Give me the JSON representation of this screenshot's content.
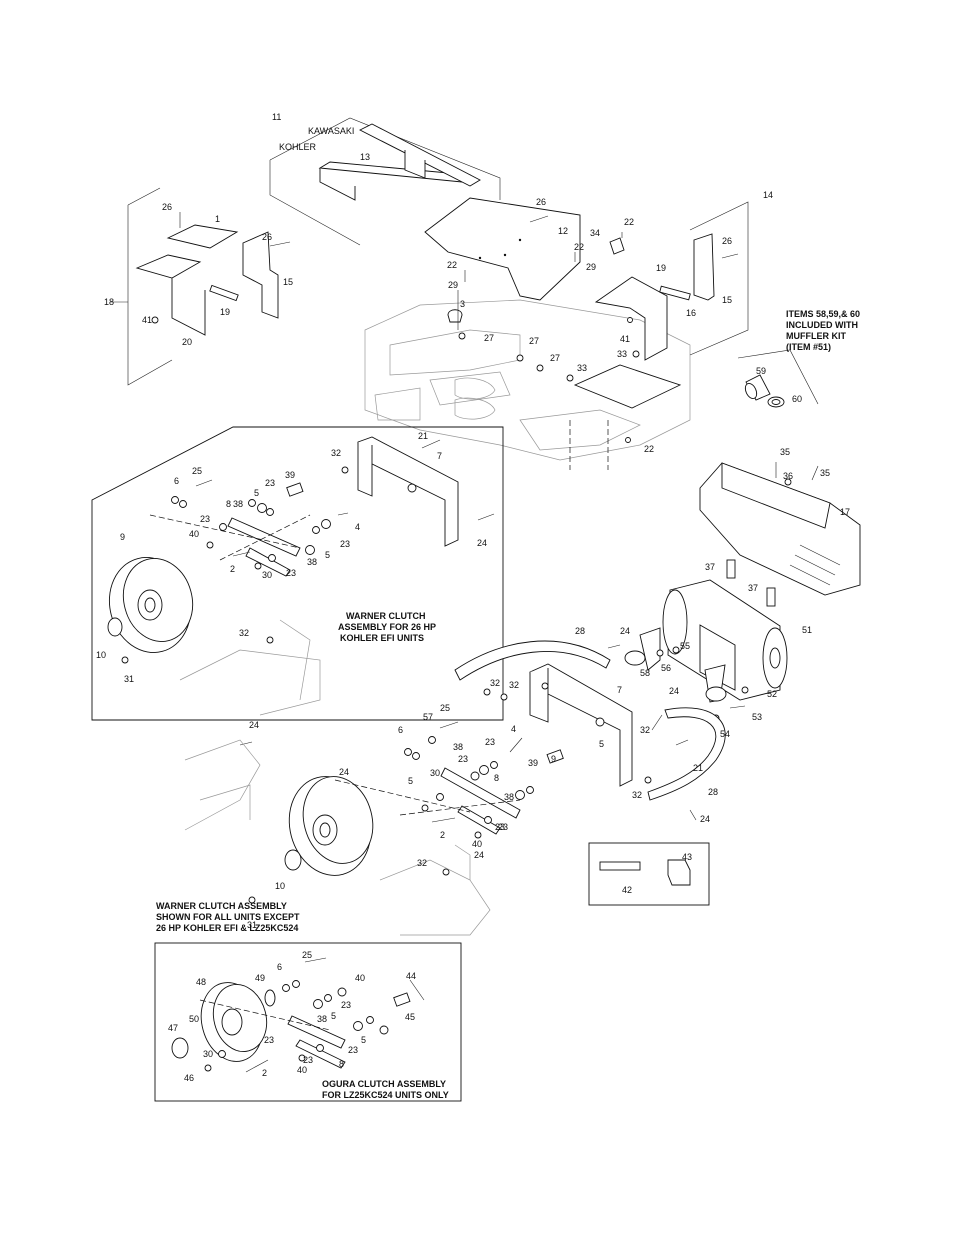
{
  "engine_labels": {
    "kawasaki": "KAWASAKI",
    "kohler": "KOHLER"
  },
  "notes": {
    "muffler_kit": [
      "ITEMS 58,59,& 60",
      "INCLUDED WITH",
      "MUFFLER KIT",
      "(ITEM #51)"
    ],
    "warner_26hp": [
      "WARNER CLUTCH",
      "ASSEMBLY FOR 26 HP",
      "KOHLER EFI UNITS"
    ],
    "warner_all": [
      "WARNER CLUTCH ASSEMBLY",
      "SHOWN FOR ALL UNITS EXCEPT",
      "26 HP KOHLER EFI & LZ25KC524"
    ],
    "ogura": [
      "OGURA CLUTCH ASSEMBLY",
      "FOR LZ25KC524 UNITS ONLY"
    ]
  },
  "callouts": {
    "top": [
      "11",
      "13",
      "26",
      "1",
      "26",
      "15",
      "18",
      "19",
      "41",
      "20",
      "26",
      "12",
      "34",
      "22",
      "22",
      "22",
      "29",
      "29",
      "3",
      "27",
      "27",
      "27",
      "33",
      "14",
      "26",
      "19",
      "15",
      "16",
      "41",
      "33",
      "22"
    ],
    "muffler_kit": [
      "59",
      "60"
    ],
    "warner_26hp": [
      "21",
      "32",
      "7",
      "25",
      "6",
      "23",
      "5",
      "39",
      "8",
      "38",
      "4",
      "23",
      "40",
      "23",
      "24",
      "9",
      "2",
      "38",
      "5",
      "30",
      "23",
      "32",
      "10",
      "31"
    ],
    "heat_shield": [
      "35",
      "36",
      "35",
      "17",
      "37",
      "37"
    ],
    "main": [
      "28",
      "24",
      "58",
      "55",
      "56",
      "51",
      "32",
      "32",
      "7",
      "52",
      "24",
      "53",
      "54",
      "24",
      "57",
      "25",
      "6",
      "4",
      "38",
      "23",
      "5",
      "32",
      "21",
      "24",
      "9",
      "39",
      "23",
      "8",
      "5",
      "30",
      "23",
      "38",
      "24",
      "32",
      "2",
      "23",
      "28",
      "40",
      "24",
      "32",
      "10",
      "31",
      "42",
      "43"
    ],
    "ogura": [
      "25",
      "48",
      "49",
      "6",
      "40",
      "44",
      "23",
      "5",
      "45",
      "47",
      "50",
      "38",
      "23",
      "5",
      "30",
      "23",
      "8",
      "46",
      "2",
      "40",
      "23"
    ]
  }
}
